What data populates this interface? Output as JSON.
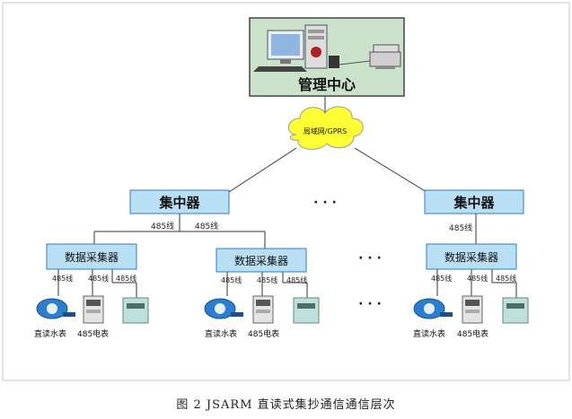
{
  "center": {
    "label": "管理中心"
  },
  "network": {
    "label": "局域网/GPRS"
  },
  "concentrators": [
    {
      "label": "集中器"
    },
    {
      "label": "集中器"
    }
  ],
  "bus_labels": {
    "left_a": "485线",
    "left_b": "485线",
    "right": "485线"
  },
  "collectors": [
    {
      "label": "数据采集器"
    },
    {
      "label": "数据采集器"
    },
    {
      "label": "数据采集器"
    }
  ],
  "meter_line_label": "485线",
  "meter_captions": {
    "water": "直读水表",
    "electric": "485电表"
  },
  "ellipsis": "· · ·",
  "caption": "图 2   JSARM 直读式集抄通信通信层次",
  "colors": {
    "box_fill": "#b9dff4",
    "box_stroke": "#2f7fbf",
    "center_fill": "#c9e2c9",
    "cloud_fill": "#ffff33",
    "line": "#333333"
  }
}
